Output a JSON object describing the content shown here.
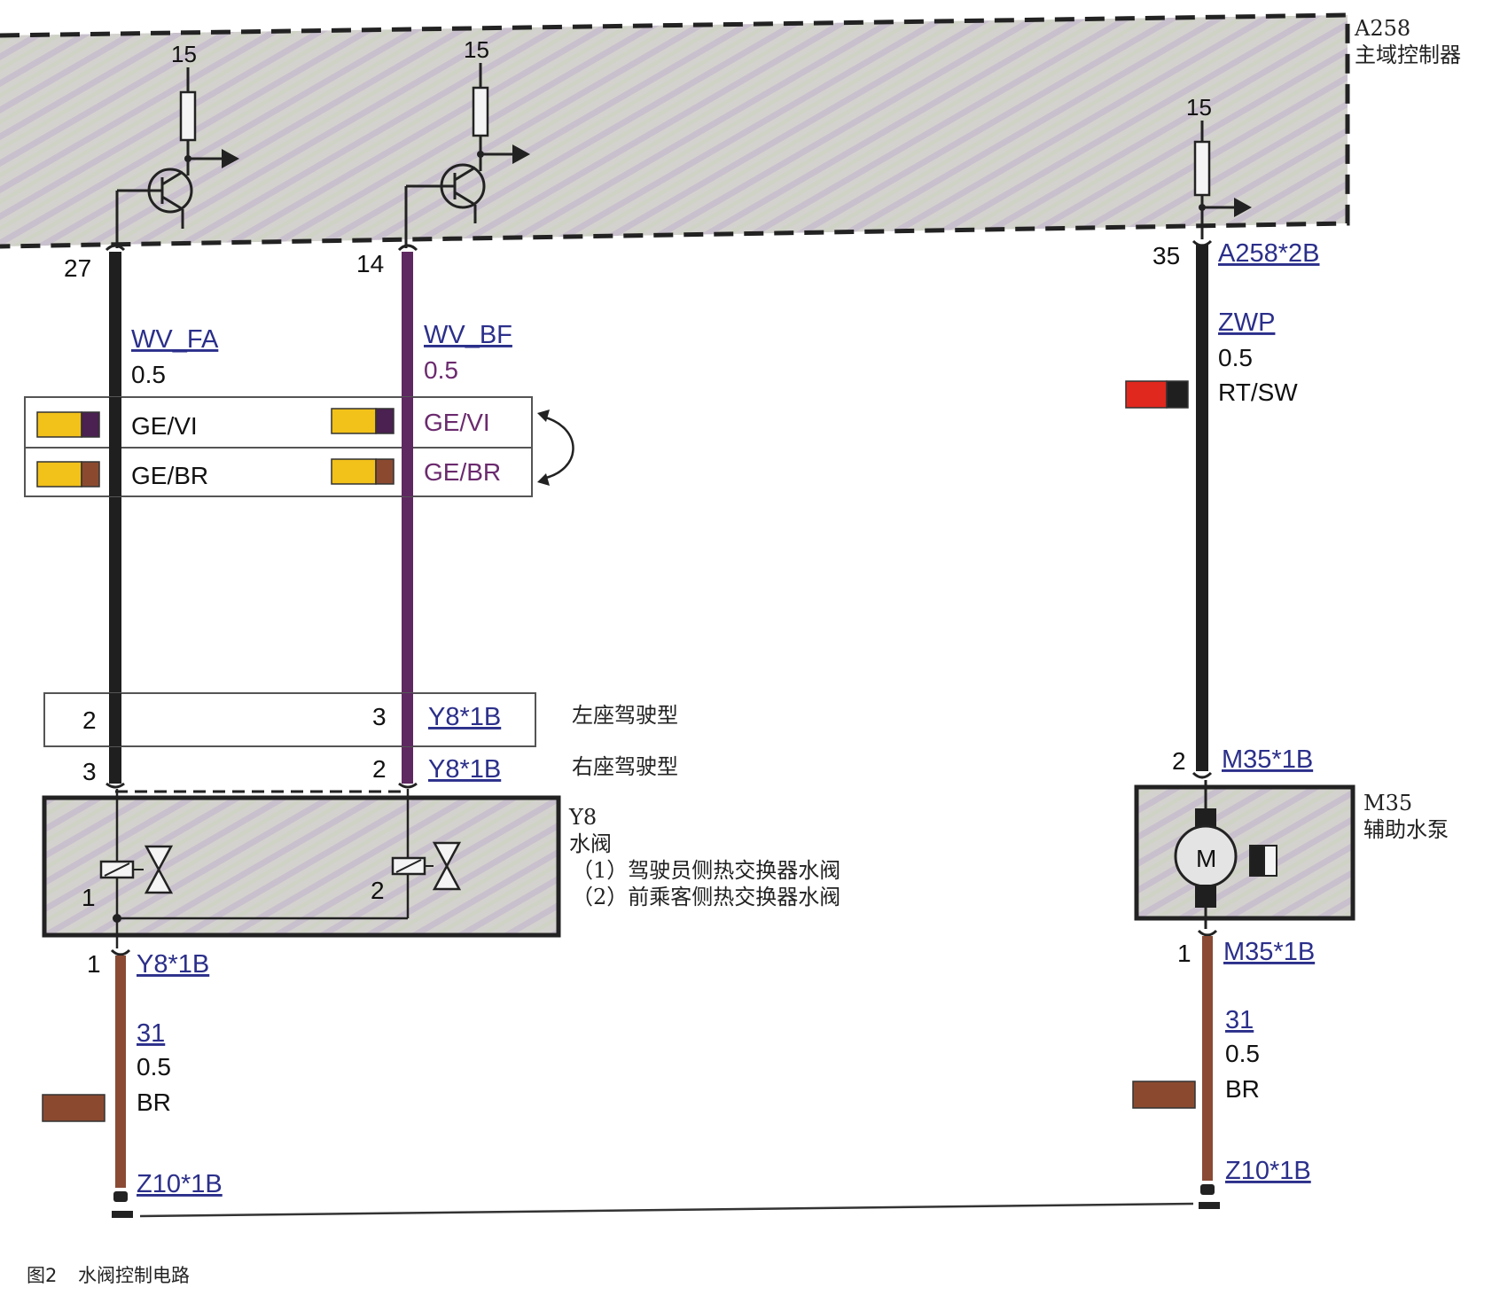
{
  "controller": {
    "id": "A258",
    "name": "主域控制器",
    "supply_labels": [
      "15",
      "15",
      "15"
    ]
  },
  "wires": {
    "fa": {
      "pin_top": "27",
      "signal": "WV_FA",
      "size": "0.5",
      "color_options": [
        "GE/VI",
        "GE/BR"
      ],
      "pin_bottom": "3"
    },
    "bf": {
      "pin_top": "14",
      "signal": "WV_BF",
      "size": "0.5",
      "color_options": [
        "GE/VI",
        "GE/BR"
      ],
      "pin_bottom": "2"
    },
    "zwp": {
      "pin_top": "35",
      "connector_top": "A258*2B",
      "signal": "ZWP",
      "size": "0.5",
      "color": "RT/SW"
    }
  },
  "variant_row": {
    "pin_left": "2",
    "pin_right": "3",
    "connector": "Y8*1B",
    "label": "左座驾驶型"
  },
  "rhd_row": {
    "connector": "Y8*1B",
    "label": "右座驾驶型"
  },
  "valve": {
    "id": "Y8",
    "name": "水阀",
    "items": [
      "（1）驾驶员侧热交换器水阀",
      "（2）前乘客侧热交换器水阀"
    ],
    "inner_labels": [
      "1",
      "2"
    ]
  },
  "valve_ground": {
    "pin": "1",
    "connector": "Y8*1B",
    "signal": "31",
    "size": "0.5",
    "color": "BR",
    "ground": "Z10*1B"
  },
  "pump": {
    "id": "M35",
    "name": "辅助水泵",
    "pin_top": "2",
    "connector_top": "M35*1B",
    "pin_bottom": "1",
    "connector_bottom": "M35*1B",
    "motor_symbol": "M"
  },
  "pump_ground": {
    "signal": "31",
    "size": "0.5",
    "color": "BR",
    "ground": "Z10*1B"
  },
  "caption": {
    "fig": "图2",
    "title": "水阀控制电路"
  },
  "colors": {
    "wire_black": "#1f1f1f",
    "wire_purple": "#5e2860",
    "wire_brown": "#8a4a34",
    "yellow": "#f2c11a",
    "violet": "#4a2150",
    "brown": "#8b4a30",
    "red": "#e0281e",
    "link_blue": "#2b2f8a"
  }
}
